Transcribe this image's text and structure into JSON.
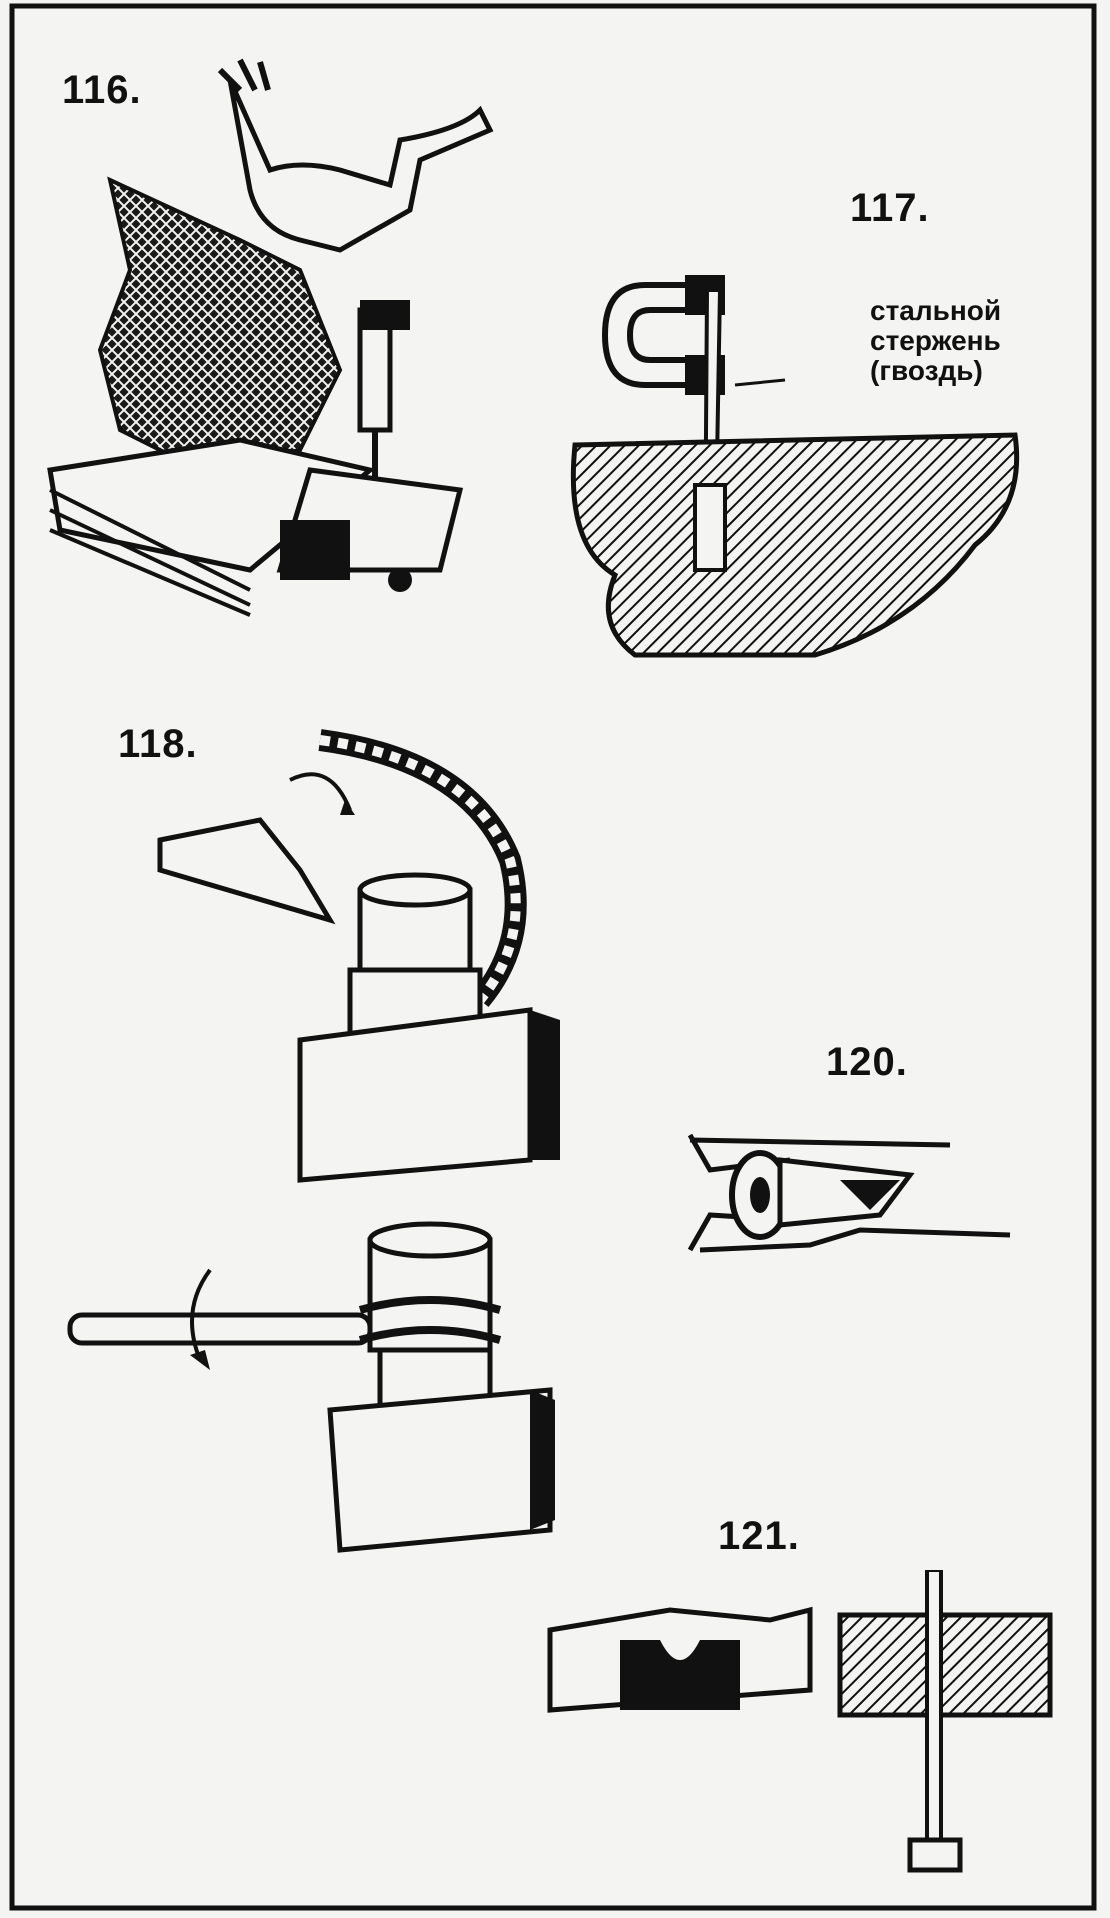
{
  "figures": {
    "f116": {
      "label": "116."
    },
    "f117": {
      "label": "117.",
      "caption_lines": [
        "стальной",
        "стержень",
        "(гвоздь)"
      ]
    },
    "f118": {
      "label": "118."
    },
    "f120": {
      "label": "120."
    },
    "f121": {
      "label": "121."
    }
  },
  "colors": {
    "ink": "#111111",
    "paper": "#f4f4f2"
  }
}
